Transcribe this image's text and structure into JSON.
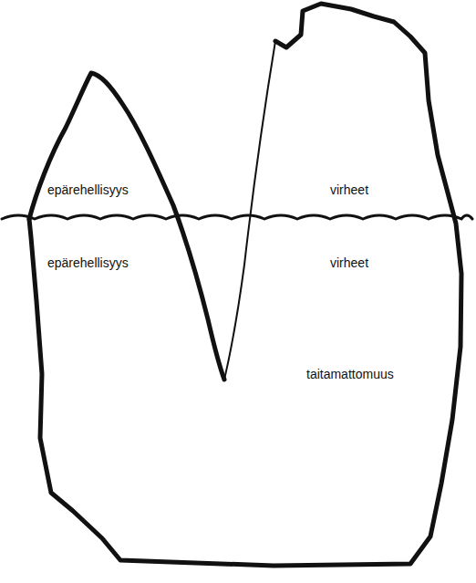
{
  "diagram": {
    "labels": [
      "epärehellisyys",
      "virheet",
      "epärehellisyys",
      "virheet",
      "taitamattomuus"
    ]
  }
}
